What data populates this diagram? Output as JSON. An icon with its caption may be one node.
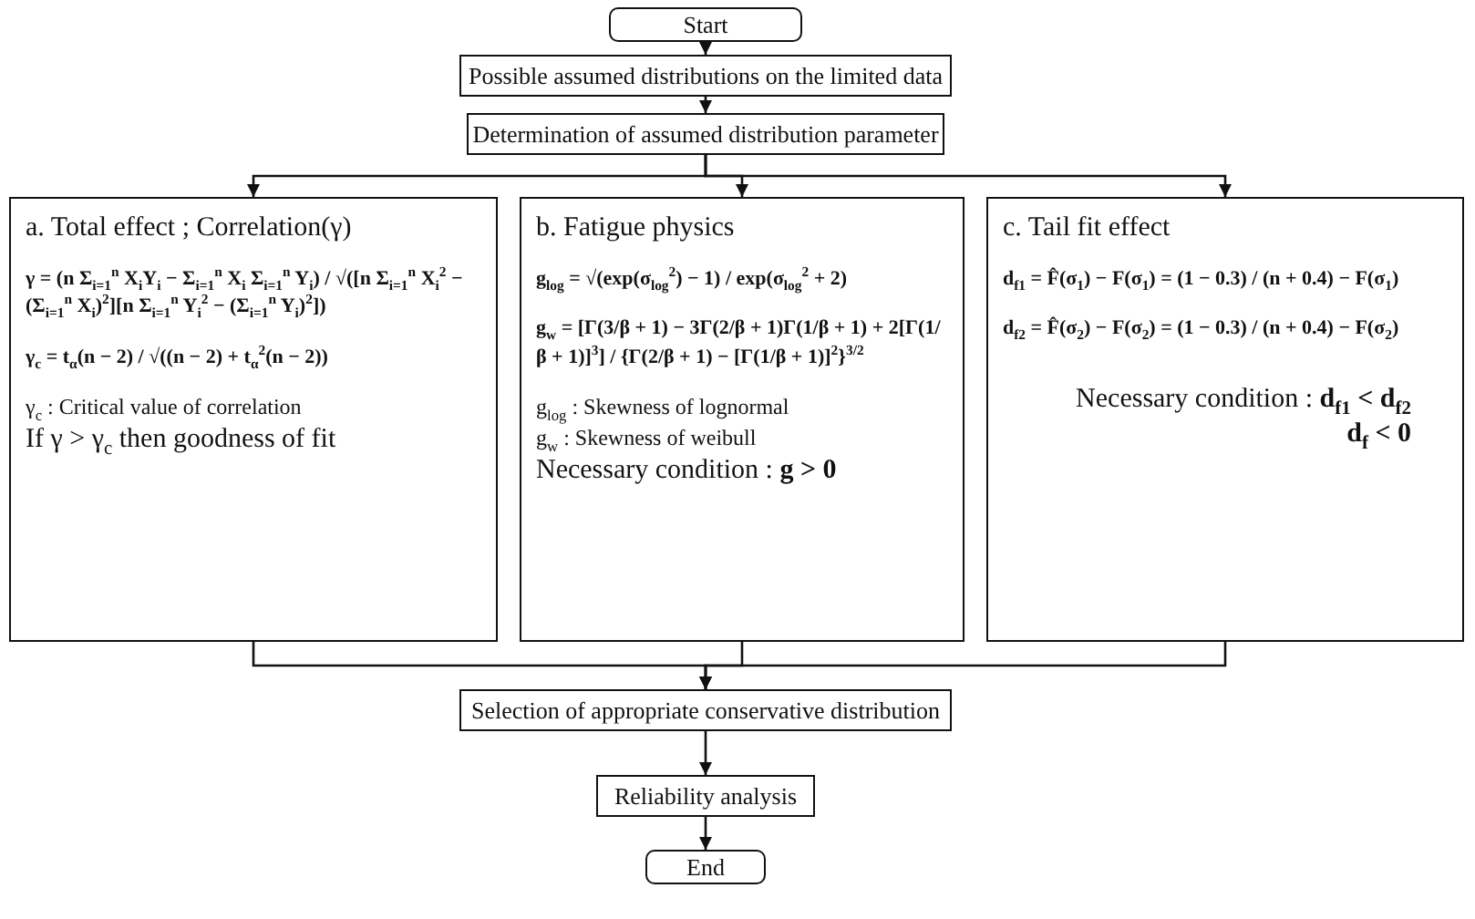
{
  "diagram": {
    "nodes": [
      {
        "text": [
          "Start"
        ]
      },
      {
        "text": [
          "Possible assumed distributions on the limited data"
        ]
      },
      {
        "text": [
          "Determination of assumed distribution parameter"
        ]
      },
      {
        "text": [
          "a. Total effect ; Correlation(γ)",
          "γ = (n Σ$_{i=1}$$^{n}$ X$_{i}$Y$_{i}$ − Σ$_{i=1}$$^{n}$ X$_{i}$ Σ$_{i=1}$$^{n}$ Y$_{i}$) / √([n Σ$_{i=1}$$^{n}$ X$_{i}$$^{2}$ − (Σ$_{i=1}$$^{n}$ X$_{i}$)$^{2}$][n Σ$_{i=1}$$^{n}$ Y$_{i}$$^{2}$ − (Σ$_{i=1}$$^{n}$ Y$_{i}$)$^{2}$])",
          "γ$_{c}$ = t$_{α}$(n − 2) / √((n − 2) + t$_{α}$$^{2}$(n − 2))",
          "γ$_{c}$ : Critical value of correlation",
          "If γ > γ$_{c}$ then goodness of fit"
        ]
      },
      {
        "text": [
          "b. Fatigue physics",
          "g$_{log}$ = √(exp(σ$_{log}$$^{2}$) − 1) / exp(σ$_{log}$$^{2}$ + 2)",
          "g$_{w}$ = [Γ(3/β + 1) − 3Γ(2/β + 1)Γ(1/β + 1) + 2[Γ(1/β + 1)]$^{3}$] / {Γ(2/β + 1) − [Γ(1/β + 1)]$^{2}$}$^{3/2}$",
          "g$_{log}$ : Skewness of lognormal",
          "g$_{w}$ : Skewness of weibull",
          "Necessary condition : **g > 0**"
        ]
      },
      {
        "text": [
          "c. Tail fit effect",
          "d$_{f1}$ = F̂(σ$_{1}$) − F(σ$_{1}$) = (1 − 0.3) / (n + 0.4) − F(σ$_{1}$)",
          "d$_{f2}$ = F̂(σ$_{2}$) − F(σ$_{2}$) = (1 − 0.3) / (n + 0.4) − F(σ$_{2}$)",
          "Necessary condition : **d$_{f1}$ < d$_{f2}$**",
          "**d$_{f}$ < 0**"
        ]
      },
      {
        "text": [
          "Selection of appropriate conservative distribution"
        ]
      },
      {
        "text": [
          "Reliability analysis"
        ]
      },
      {
        "text": [
          "End"
        ]
      }
    ],
    "edges": [
      {
        "from": 0,
        "to": 1,
        "arrow": "to"
      },
      {
        "from": 1,
        "to": 2,
        "arrow": "to"
      },
      {
        "from": 2,
        "to": 3,
        "arrow": "to"
      },
      {
        "from": 2,
        "to": 4,
        "arrow": "to"
      },
      {
        "from": 2,
        "to": 5,
        "arrow": "to"
      },
      {
        "from": 3,
        "to": 6,
        "arrow": "to"
      },
      {
        "from": 4,
        "to": 6,
        "arrow": "to"
      },
      {
        "from": 5,
        "to": 6,
        "arrow": "to"
      },
      {
        "from": 6,
        "to": 7,
        "arrow": "to"
      },
      {
        "from": 7,
        "to": 8,
        "arrow": "to"
      }
    ]
  }
}
